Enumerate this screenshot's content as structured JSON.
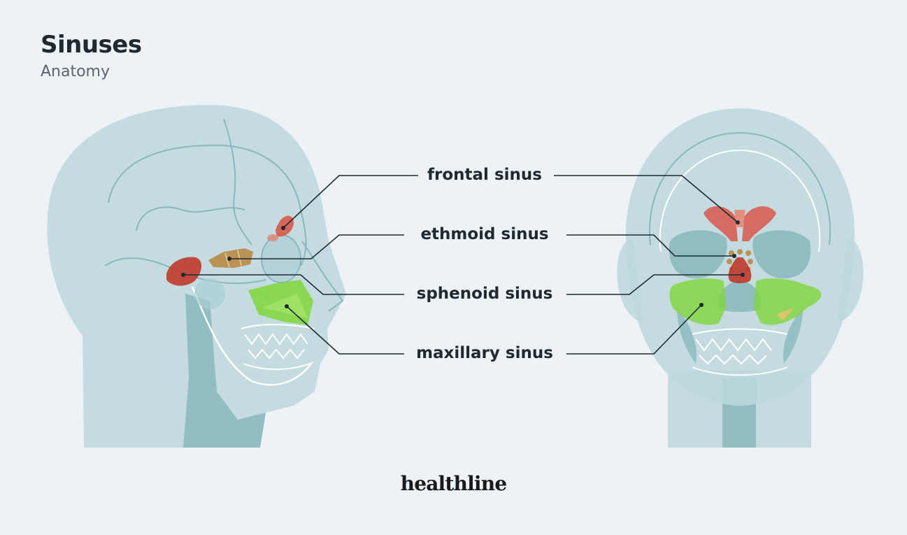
{
  "header": {
    "title": "Sinuses",
    "subtitle": "Anatomy"
  },
  "labels": {
    "frontal": "frontal sinus",
    "ethmoid": "ethmoid sinus",
    "sphenoid": "sphenoid sinus",
    "maxillary": "maxillary sinus"
  },
  "brand": "healthline",
  "colors": {
    "background": "#ecf2f5",
    "head": "#bdd8dc",
    "skull_line": "#8ab7be",
    "shadow": "#86b7bc",
    "frontal": "#d9584a",
    "ethmoid": "#b88a45",
    "sphenoid": "#c0392b",
    "maxillary": "#7fd63a",
    "leader_line": "#1f2a30"
  }
}
